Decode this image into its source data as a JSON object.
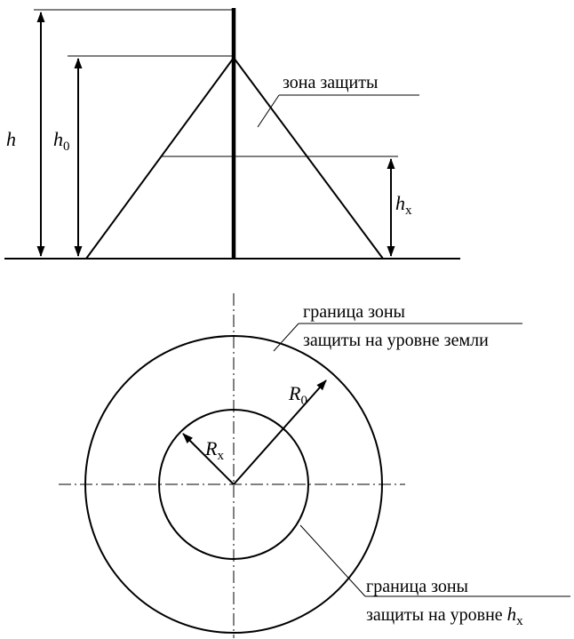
{
  "labels": {
    "h_main": "h",
    "h0_base": "h",
    "h0_sub": "0",
    "hx_base": "h",
    "hx_sub": "x",
    "zone": "зона защиты",
    "r0_base": "R",
    "r0_sub": "0",
    "rx_base": "R",
    "rx_sub": "x",
    "outer_line1": "граница зоны",
    "outer_line2": "защиты на уровне земли",
    "inner_line1": "граница зоны",
    "inner_line2_prefix": "защиты на уровне ",
    "inner_hx_base": "h",
    "inner_hx_sub": "x"
  },
  "colors": {
    "stroke": "#000000",
    "background": "#ffffff"
  }
}
